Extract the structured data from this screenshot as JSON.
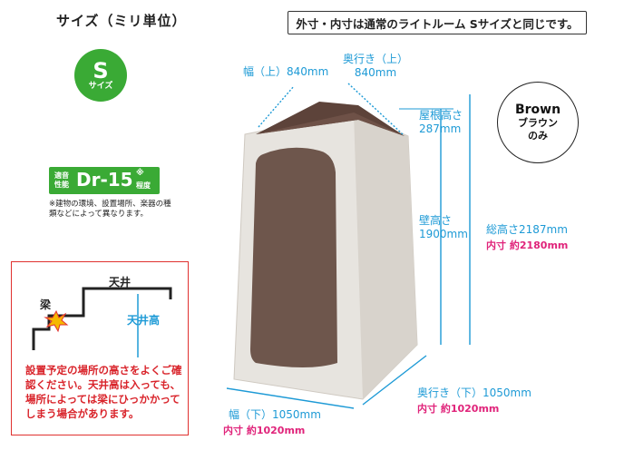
{
  "header": {
    "title": "サイズ（ミリ単位）",
    "note": "外寸・内寸は通常のライトルーム Sサイズと同じです。"
  },
  "size_badge": {
    "letter": "S",
    "label": "サイズ",
    "color": "#3aaa35"
  },
  "dr_badge": {
    "prefix_line1": "適音",
    "prefix_line2": "性能",
    "value": "Dr-15",
    "mark": "※",
    "suffix": "程度",
    "note": "※建物の環境、設置場所、楽器の種類などによって異なります。"
  },
  "ceiling_diagram": {
    "ceiling_label": "天井",
    "beam_label": "梁",
    "height_label": "天井高",
    "warning": "設置予定の場所の高さをよくご確認ください。天井高は入っても、場所によっては梁にひっかかってしまう場合があります。"
  },
  "dimensions": {
    "width_top": "幅（上）840mm",
    "depth_top_line1": "奥行き（上）",
    "depth_top_line2": "840mm",
    "roof_height_line1": "屋根高さ",
    "roof_height_line2": "287mm",
    "wall_height_line1": "壁高さ",
    "wall_height_line2": "1900mm",
    "total_height": "総高さ2187mm",
    "total_inner": "内寸 約2180mm",
    "depth_bottom": "奥行き（下）1050mm",
    "depth_bottom_inner": "内寸 約1020mm",
    "width_bottom": "幅（下）1050mm",
    "width_bottom_inner": "内寸 約1020mm"
  },
  "color_badge": {
    "name_en": "Brown",
    "name_jp_line1": "ブラウン",
    "name_jp_line2": "のみ"
  },
  "colors": {
    "accent_green": "#3aaa35",
    "dim_blue": "#1d9ad6",
    "inner_pink": "#e0237a",
    "warning_red": "#d9242b"
  }
}
